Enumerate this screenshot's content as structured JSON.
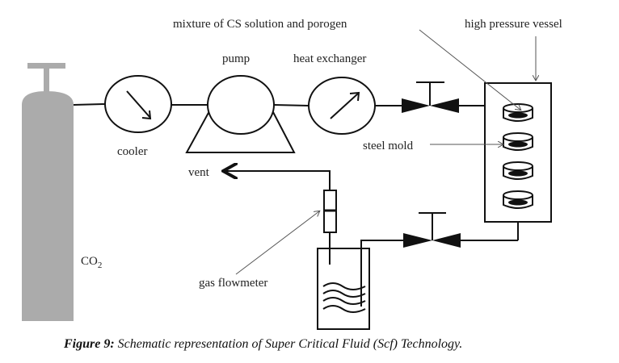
{
  "diagram": {
    "labels": {
      "mixture": "mixture of CS solution and porogen",
      "vessel": "high pressure vessel",
      "pump": "pump",
      "heat_exchanger": "heat exchanger",
      "cooler": "cooler",
      "steel_mold": "steel mold",
      "vent": "vent",
      "gas_flowmeter": "gas flowmeter",
      "co2_main": "CO",
      "co2_sub": "2"
    },
    "colors": {
      "cylinder": "#ababab",
      "line": "#111111"
    },
    "mold_count": 4
  },
  "caption": {
    "prefix": "Figure 9:",
    "text": " Schematic representation of Super Critical Fluid (Scf) Technology."
  }
}
